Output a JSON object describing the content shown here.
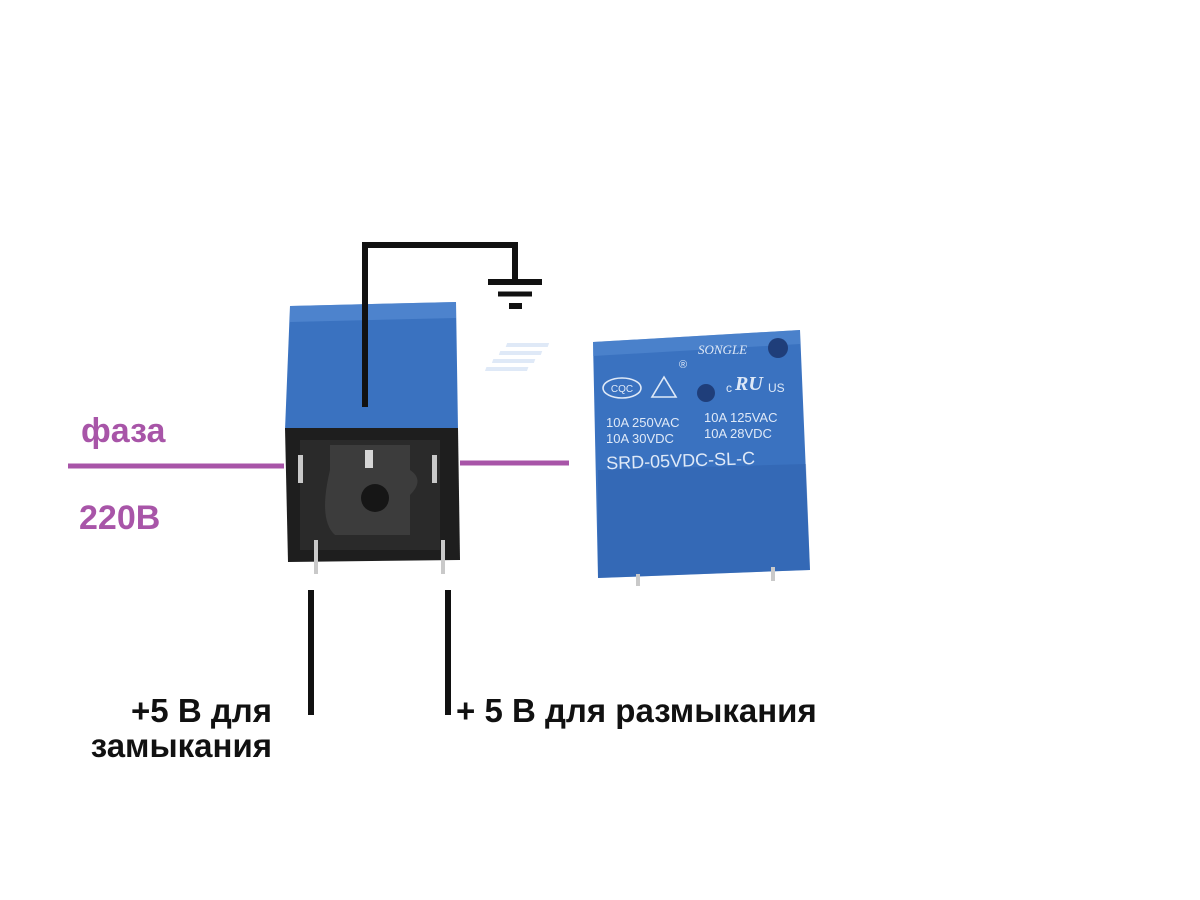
{
  "labels": {
    "phase": "фаза",
    "voltage": "220В",
    "close_line1": "+5 В для",
    "close_line2": "замыкания",
    "open": "+ 5 В для размыкания"
  },
  "relay_markings": {
    "brand": "SONGLE",
    "registered": "®",
    "cert": "CQC",
    "ul_c": "c",
    "ul_mark": "RU",
    "ul_us": "US",
    "rating_ac_1": "10A 250VAC",
    "rating_ac_2": "10A 125VAC",
    "rating_dc_1": "10A 30VDC",
    "rating_dc_2": "10A 28VDC",
    "model": "SRD-05VDC-SL-C"
  },
  "colors": {
    "relay_blue": "#3a72c0",
    "relay_blue_dark": "#2a5aa3",
    "relay_blue_light": "#5a8fd6",
    "base_black": "#1e1e1e",
    "wire_black": "#111111",
    "wire_purple": "#a855a8",
    "pin_silver": "#c9c9c9"
  }
}
